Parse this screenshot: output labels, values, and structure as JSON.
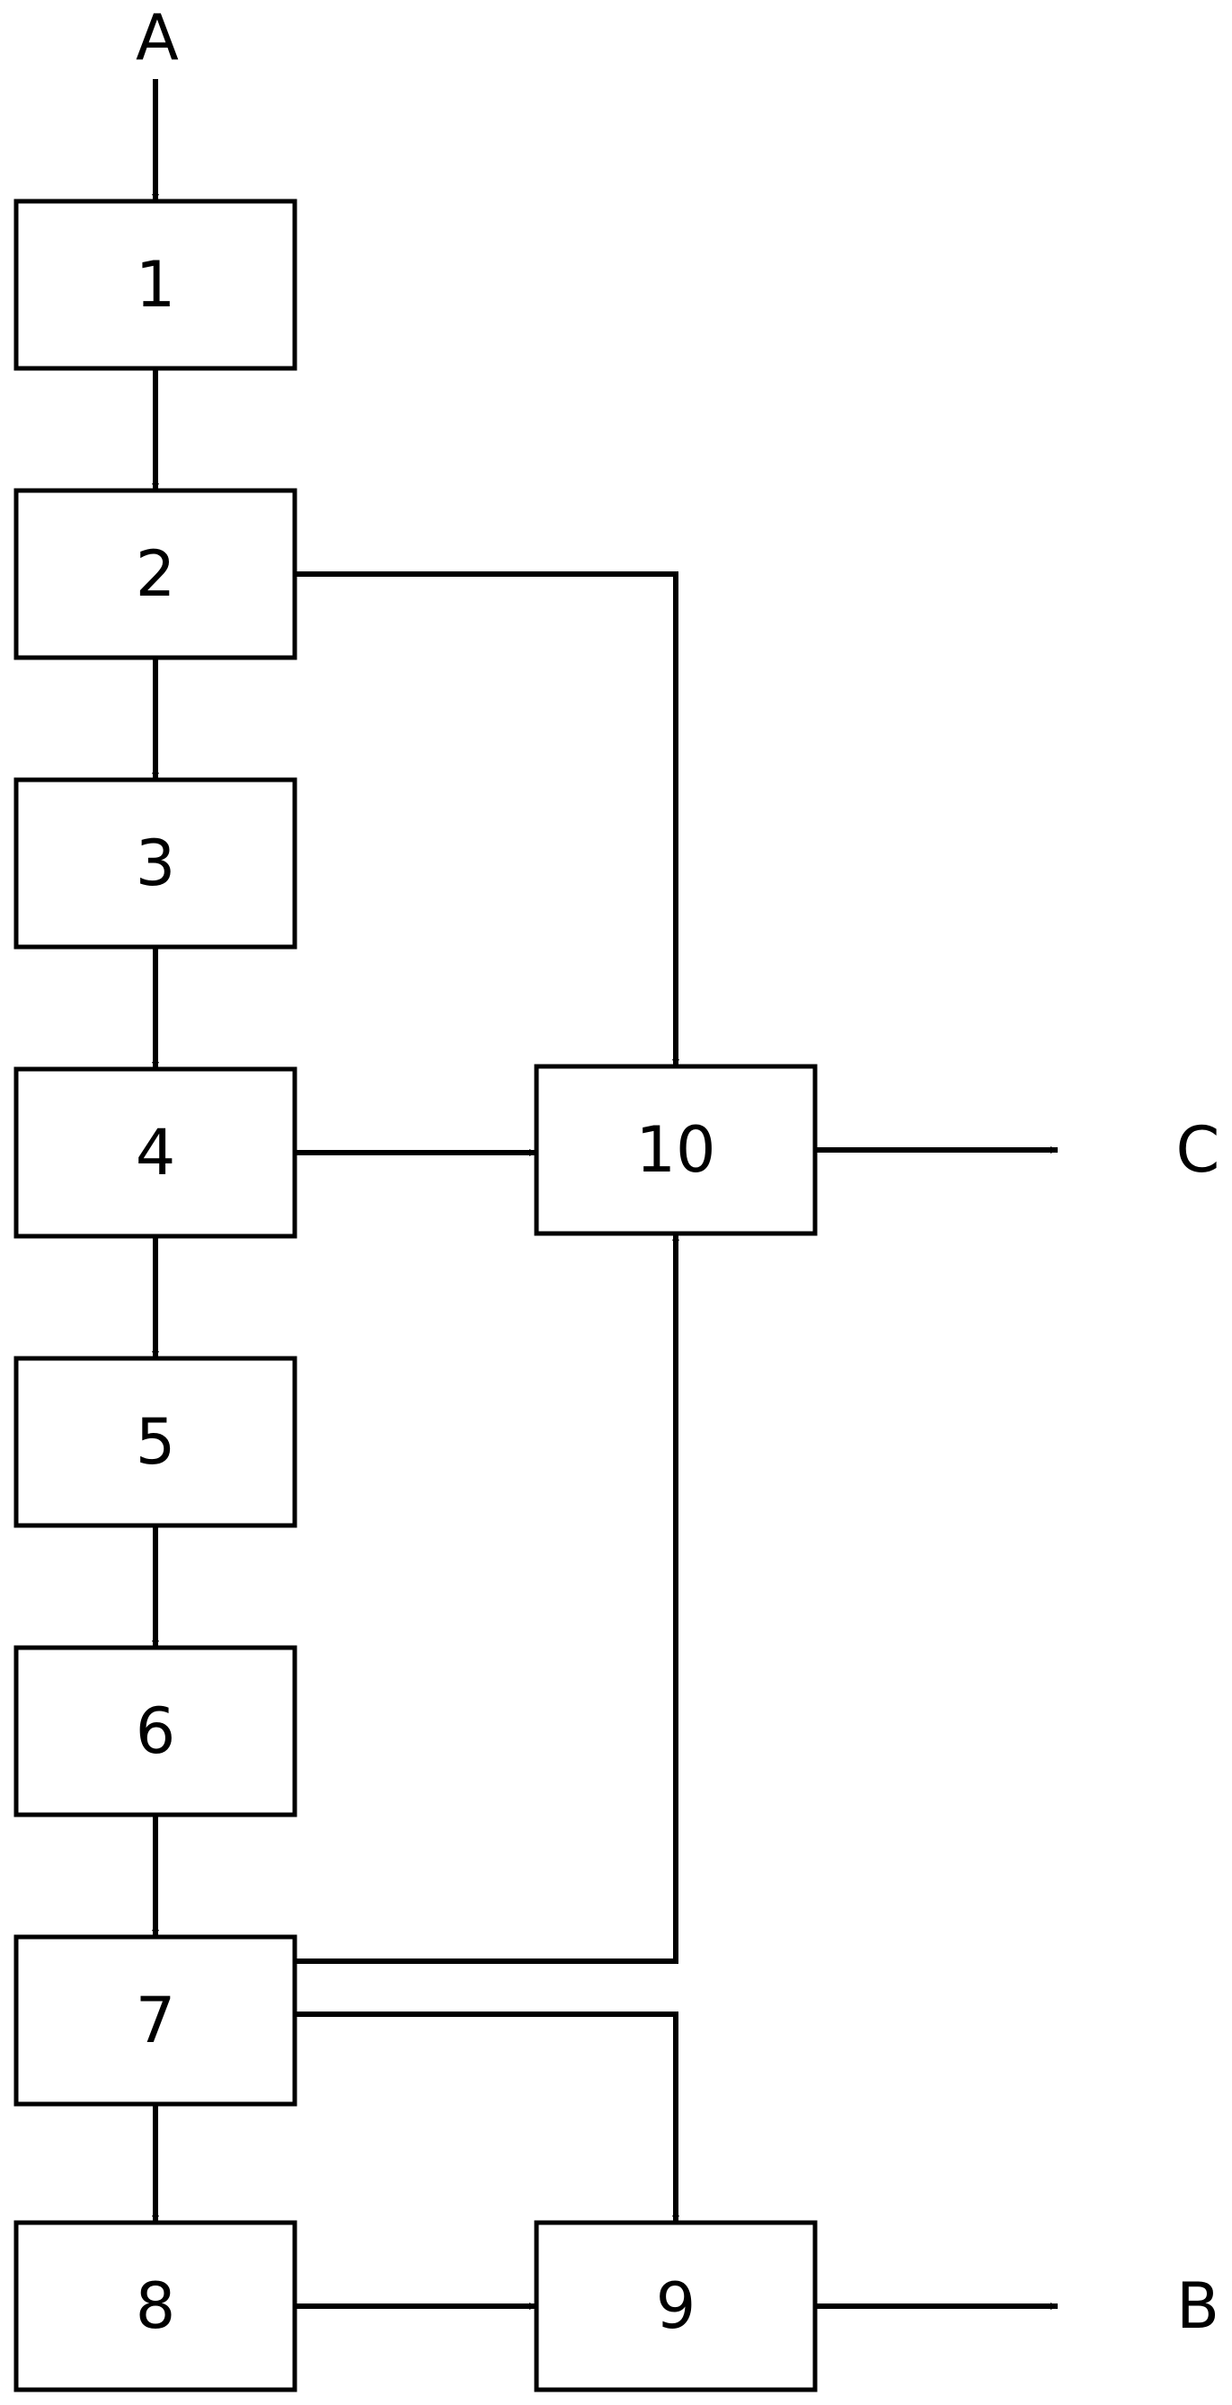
{
  "diagram": {
    "terminals": {
      "input_a": "A",
      "output_b": "B",
      "output_c": "C"
    },
    "boxes": {
      "b1": "1",
      "b2": "2",
      "b3": "3",
      "b4": "4",
      "b5": "5",
      "b6": "6",
      "b7": "7",
      "b8": "8",
      "b9": "9",
      "b10": "10"
    },
    "colors": {
      "stroke": "#000000",
      "background": "#ffffff"
    }
  }
}
